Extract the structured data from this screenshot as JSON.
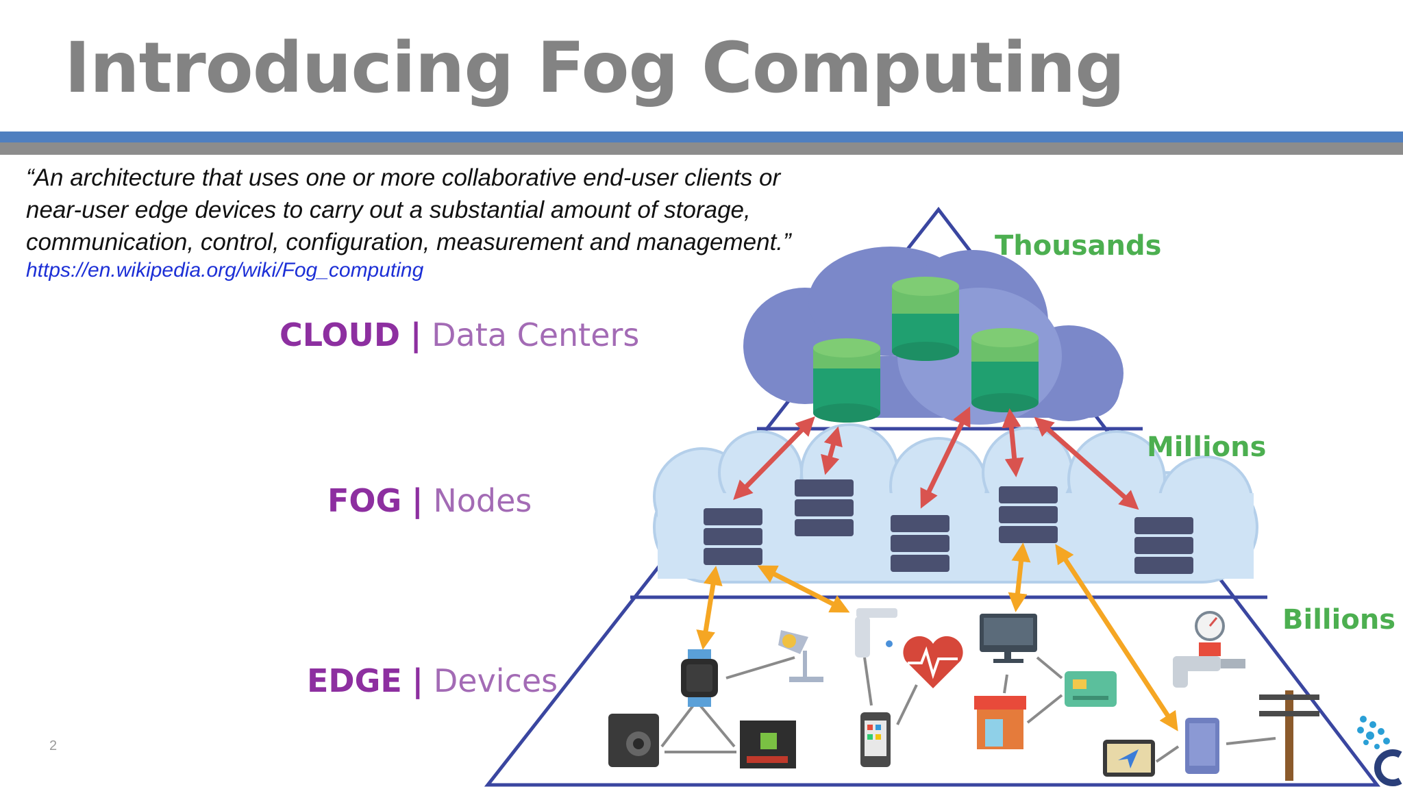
{
  "slide": {
    "title": "Introducing Fog Computing",
    "quote_lines": [
      "“An architecture that uses one or more collaborative end-user clients or",
      "near-user edge devices to carry out a substantial amount of storage,",
      "communication, control, configuration, measurement and management.”"
    ],
    "link": "https://en.wikipedia.org/wiki/Fog_computing",
    "page_number": "2"
  },
  "layers": {
    "cloud": {
      "bold": "CLOUD",
      "separator": "|",
      "light": "Data Centers"
    },
    "fog": {
      "bold": "FOG",
      "separator": "|",
      "light": "Nodes"
    },
    "edge": {
      "bold": "EDGE",
      "separator": "|",
      "light": "Devices"
    }
  },
  "counts": {
    "cloud": "Thousands",
    "fog": "Millions",
    "edge": "Billions"
  },
  "colors": {
    "accent_blue": "#4f7fbf",
    "accent_gray": "#8c8c8c",
    "layer_purple": "#8d2fa0",
    "count_green": "#4caf50",
    "arrow_red": "#d9534f",
    "arrow_orange": "#f5a623",
    "pyramid_outline": "#3a46a0"
  },
  "icons": {
    "cloud": "cloud-icon",
    "database": "database-icon",
    "server": "server-icon",
    "edge_devices": [
      "smartwatch-icon",
      "desk-lamp-icon",
      "faucet-icon",
      "heart-rate-icon",
      "monitor-icon",
      "credit-card-icon",
      "pressure-gauge-icon",
      "speaker-icon",
      "circuit-board-icon",
      "smartphone-icon",
      "storefront-icon",
      "gps-tablet-icon",
      "tablet-icon",
      "utility-pole-icon",
      "logo-icon"
    ]
  }
}
